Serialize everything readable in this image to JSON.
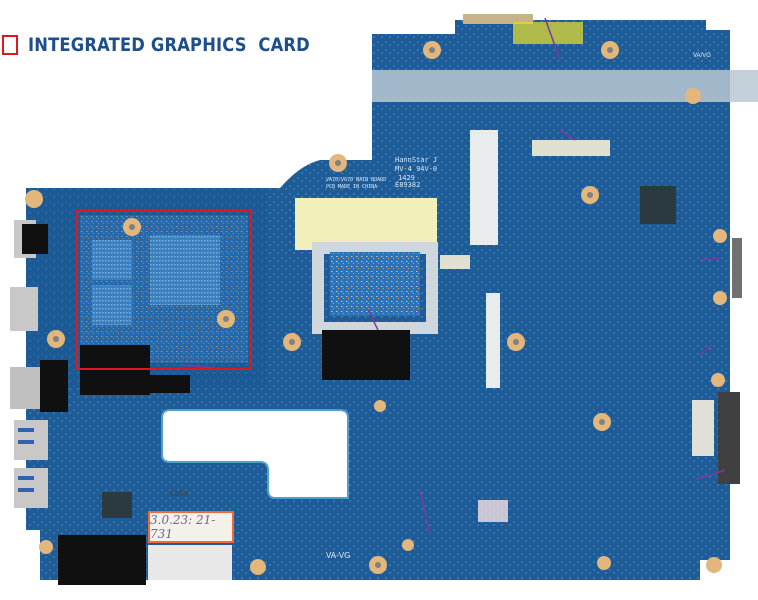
{
  "legend": {
    "marker_color": "#e3161b",
    "text": "INTEGRATED GRAPHICS  CARD",
    "text_color": "#1d4f8c"
  },
  "board": {
    "pcb_color": "#1f5f9e",
    "silkscreen": {
      "brand_line1": "HannStar J",
      "brand_line2": "MV-4 94V-0",
      "date_code": "1429",
      "ul_code": "E89382",
      "board_name": "VA70/VG70 MAIN BOARD",
      "made_in": "PCB MADE IN CHINA",
      "va_vg_bottom": "VA-VG",
      "va_vg_top": "VA/VG"
    },
    "card_reader_label": "4658",
    "handwritten_note": "3.0.23: 21-731",
    "highlight_box_color": "#e3161b"
  }
}
